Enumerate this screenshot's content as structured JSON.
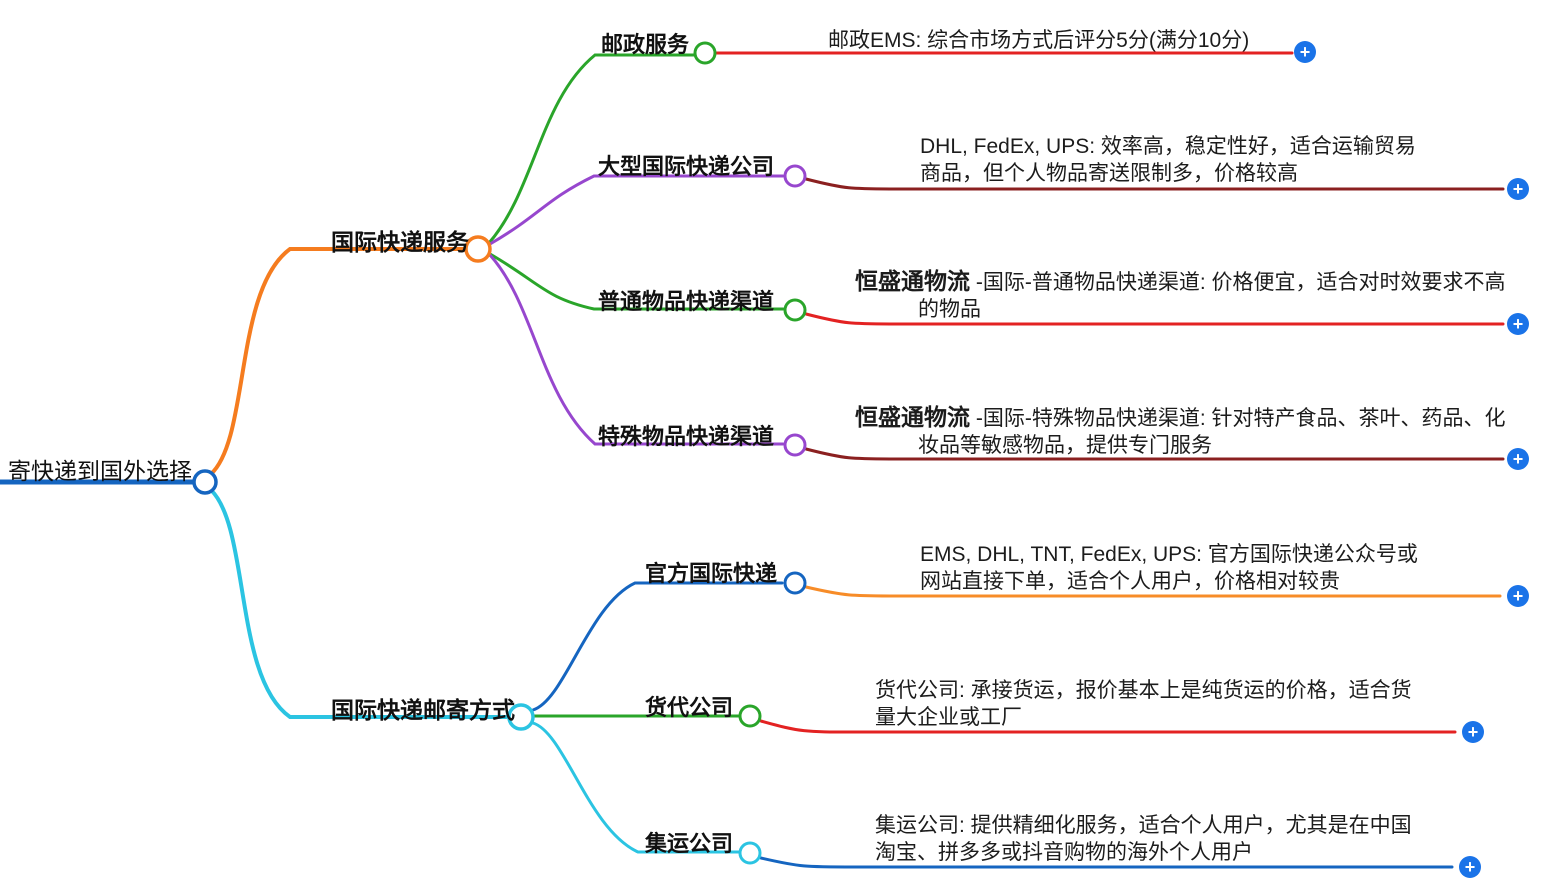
{
  "root": {
    "label": "寄快递到国外选择"
  },
  "branches": {
    "service": {
      "label": "国际快递服务"
    },
    "method": {
      "label": "国际快递邮寄方式"
    }
  },
  "nodes": {
    "youzheng": {
      "label": "邮政服务",
      "desc": "邮政EMS: 综合市场方式后评分5分(满分10分)"
    },
    "daxing": {
      "label": "大型国际快递公司",
      "desc": "DHL, FedEx, UPS: 效率高，稳定性好，适合运输贸易商品，但个人物品寄送限制多，价格较高"
    },
    "putong": {
      "label": "普通物品快递渠道",
      "desc_bold": "恒盛通物流",
      "desc": " -国际-普通物品快递渠道: 价格便宜，适合对时效要求不高的物品"
    },
    "teshu": {
      "label": "特殊物品快递渠道",
      "desc_bold": "恒盛通物流",
      "desc": " -国际-特殊物品快递渠道: 针对特产食品、茶叶、药品、化妆品等敏感物品，提供专门服务"
    },
    "guanfang": {
      "label": "官方国际快递",
      "desc": "EMS, DHL, TNT, FedEx, UPS: 官方国际快递公众号或网站直接下单，适合个人用户，价格相对较贵"
    },
    "huodai": {
      "label": "货代公司",
      "desc": "货代公司: 承接货运，报价基本上是纯货运的价格，适合货量大企业或工厂"
    },
    "jiyun": {
      "label": "集运公司",
      "desc": "集运公司: 提供精细化服务，适合个人用户，尤其是在中国淘宝、拼多多或抖音购物的海外个人用户"
    }
  },
  "icons": {
    "plus": "+"
  },
  "colors": {
    "root_blue": "#1565C0",
    "branch_orange": "#F57C1F",
    "branch_cyan": "#2BC4E2",
    "green": "#2AA52A",
    "purple": "#9747CE",
    "leaf_red": "#E32222",
    "leaf_darkred": "#8B2020",
    "leaf_orange": "#F78C28",
    "leaf_blue": "#1565C0",
    "plus_blue": "#1A73E8",
    "text": "#1c1c1c"
  }
}
